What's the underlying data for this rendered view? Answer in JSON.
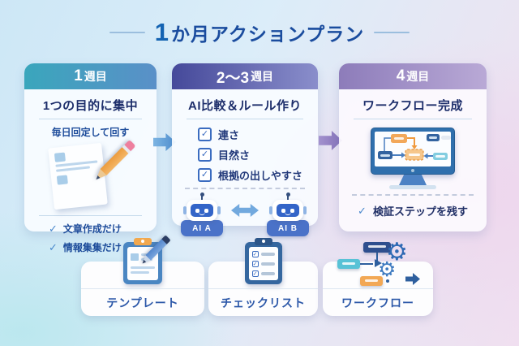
{
  "title": {
    "number": "1",
    "text": "か月アクションプラン"
  },
  "icons": {
    "check": "✓",
    "gear": "⚙"
  },
  "week_cards": [
    {
      "header_num": "1",
      "header_suffix": "週目",
      "title": "1つの目的に集中",
      "subtitle": "毎日回定して回す",
      "checks": [
        "文章作成だけ",
        "情報集集だけ"
      ]
    },
    {
      "header_num": "2〜3",
      "header_suffix": "週目",
      "title": "AI比較＆ルール作り",
      "items": [
        "連さ",
        "目然さ",
        "根拠の出しやすさ"
      ],
      "robots": [
        "AI A",
        "AI B"
      ]
    },
    {
      "header_num": "4",
      "header_suffix": "週目",
      "title": "ワークフロー完成",
      "check": "検証ステップを残す"
    }
  ],
  "bottom_cards": [
    {
      "label": "テンプレート"
    },
    {
      "label": "チェックリスト"
    },
    {
      "label": "ワークフロー"
    }
  ],
  "colors": {
    "title_text": "#1a4c9e",
    "header1_gradient": [
      "#3aa6bc",
      "#5a90c8"
    ],
    "header2_gradient": [
      "#45499a",
      "#8a8ecb"
    ],
    "header3_gradient": [
      "#8d7cba",
      "#b9a9d6"
    ],
    "check_blue": "#4a88cc",
    "robot_body": "#4a72c8",
    "arrow_week1_2": "#4f90d0",
    "arrow_week2_3": "#8471b8",
    "monitor_frame": "#2f6fad",
    "node_orange": "#f2a855",
    "node_teal": "#58c2d6",
    "node_navy": "#2e4e8e"
  }
}
